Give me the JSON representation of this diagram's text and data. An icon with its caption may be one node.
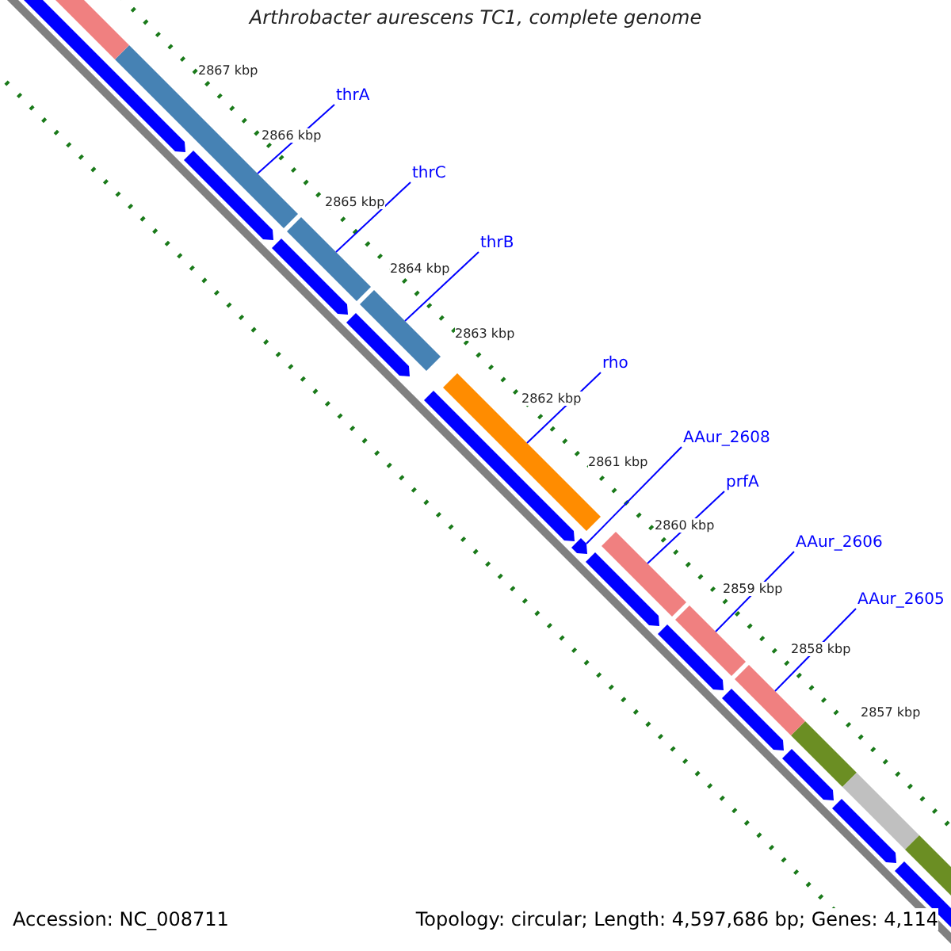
{
  "diagram": {
    "title": "Arthrobacter aurescens TC1, complete genome",
    "nodes": [
      {
        "text": [
          "thrA"
        ]
      },
      {
        "text": [
          "thrC"
        ]
      },
      {
        "text": [
          "thrB"
        ]
      },
      {
        "text": [
          "rho"
        ]
      },
      {
        "text": [
          "AAur_2608"
        ]
      },
      {
        "text": [
          "prfA"
        ]
      },
      {
        "text": [
          "AAur_2606"
        ]
      },
      {
        "text": [
          "AAur_2605"
        ]
      },
      {
        "text": [],
        "shape": "bar"
      },
      {
        "text": [],
        "shape": "bar"
      },
      {
        "text": [],
        "shape": "bar"
      },
      {
        "text": [],
        "shape": "bar"
      },
      {
        "text": [],
        "shape": "bar"
      },
      {
        "text": [],
        "shape": "bar"
      },
      {
        "text": [],
        "shape": "bar"
      },
      {
        "text": [],
        "shape": "bar"
      },
      {
        "text": [],
        "shape": "bar"
      }
    ],
    "edges": [
      {
        "from": 0,
        "to": 8,
        "arrow": "none"
      },
      {
        "from": 1,
        "to": 9,
        "arrow": "none"
      },
      {
        "from": 2,
        "to": 10,
        "arrow": "none"
      },
      {
        "from": 3,
        "to": 11,
        "arrow": "none"
      },
      {
        "from": 4,
        "to": 12,
        "arrow": "none"
      },
      {
        "from": 5,
        "to": 13,
        "arrow": "none"
      },
      {
        "from": 6,
        "to": 14,
        "arrow": "none"
      },
      {
        "from": 7,
        "to": 15,
        "arrow": "none"
      }
    ],
    "labels": [
      "2867 kbp",
      "2866 kbp",
      "2865 kbp",
      "2864 kbp",
      "2863 kbp",
      "2862 kbp",
      "2861 kbp",
      "2860 kbp",
      "2859 kbp",
      "2858 kbp",
      "2857 kbp",
      "Accession: NC_008711",
      "Topology: circular; Length: 4,597,686 bp; Genes: 4,114"
    ]
  }
}
